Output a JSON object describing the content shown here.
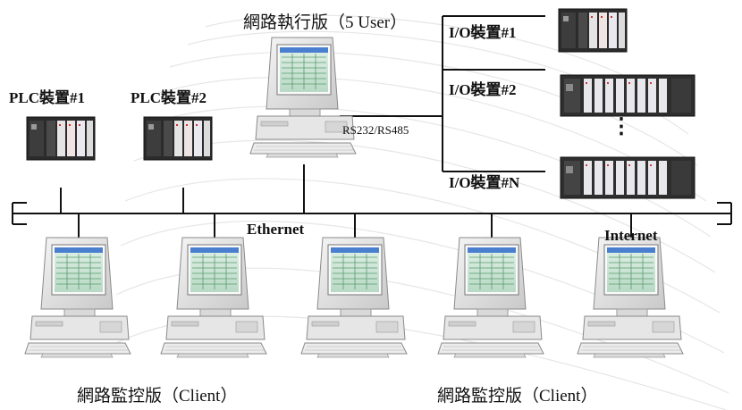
{
  "diagram": {
    "title_server": "網路執行版（5 User）",
    "serial_link": "RS232/RS485",
    "network": "Ethernet",
    "internet": "Internet",
    "plc_devices": [
      "PLC裝置#1",
      "PLC裝置#2"
    ],
    "io_devices": [
      "I/O裝置#1",
      "I/O裝置#2",
      "I/O裝置#N"
    ],
    "client_caption_left": "網路監控版（Client）",
    "client_caption_right": "網路監控版（Client）",
    "ellipsis": "⋮"
  }
}
